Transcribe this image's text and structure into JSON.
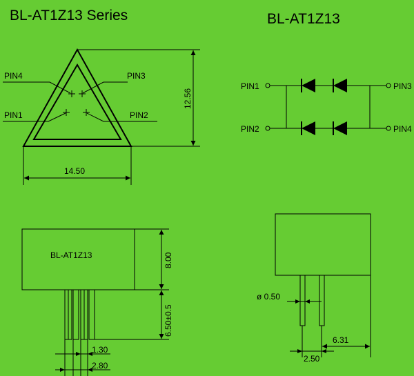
{
  "titles": {
    "series": "BL-AT1Z13 Series",
    "model": "BL-AT1Z13"
  },
  "pins": {
    "pin1": "PIN1",
    "pin2": "PIN2",
    "pin3": "PIN3",
    "pin4": "PIN4"
  },
  "body_label": "BL-AT1Z13",
  "dimensions": {
    "height_top": "12.56",
    "width_top": "14.50",
    "body_height": "8.00",
    "pin_length": "6.50±0.5",
    "pin_width": "1.30",
    "pin_spacing": "2.80",
    "pin_diameter": "ø 0.50",
    "lead_pitch": "2.50",
    "lead_offset": "6.31"
  },
  "colors": {
    "background": "#66cc33",
    "ink": "#000000"
  }
}
